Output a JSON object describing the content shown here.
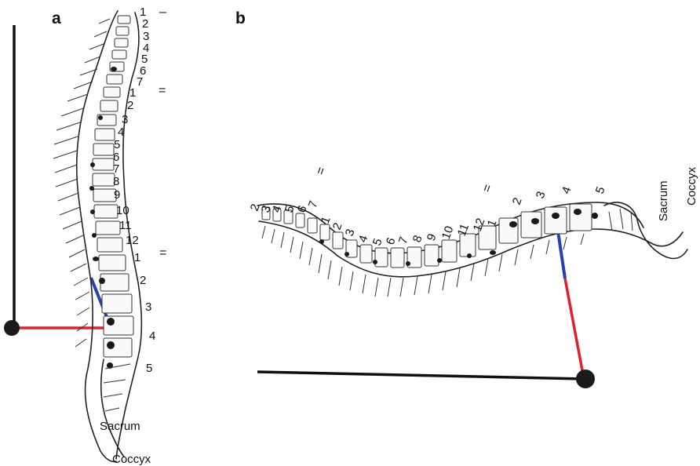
{
  "panel_a": {
    "letter": "a",
    "top_divider": "–",
    "dividers": [
      "=",
      "="
    ],
    "cervical": [
      "1",
      "2",
      "3",
      "4",
      "5",
      "6",
      "7"
    ],
    "thoracic": [
      "1",
      "2",
      "3",
      "4",
      "5",
      "6",
      "7",
      "8",
      "9",
      "10",
      "11",
      "12"
    ],
    "lumbar": [
      "1",
      "2",
      "3",
      "4",
      "5"
    ],
    "sacrum": "Sacrum",
    "coccyx": "Coccyx"
  },
  "panel_b": {
    "letter": "b",
    "dividers": [
      "=",
      "="
    ],
    "cervical": [
      "2",
      "3",
      "4",
      "5",
      "6",
      "7"
    ],
    "thoracic": [
      "1",
      "2",
      "3",
      "4",
      "5",
      "6",
      "7",
      "8",
      "9",
      "10",
      "11",
      "12"
    ],
    "lumbar": [
      "1",
      "2",
      "3",
      "4",
      "5"
    ],
    "sacrum": "Sacrum",
    "coccyx": "Coccyx"
  },
  "colors": {
    "plumb_line": "#111111",
    "red_line": "#e0212b",
    "blue_line": "#2b3fb5",
    "joint_dot": "#111111"
  }
}
